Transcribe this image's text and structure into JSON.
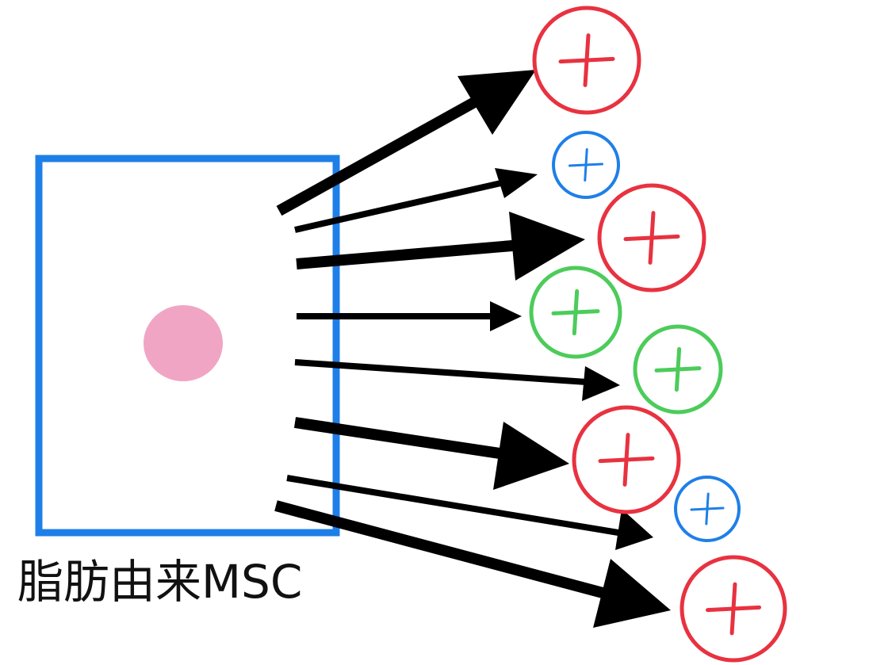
{
  "caption": "脂肪由来MSC",
  "colors": {
    "cell_outline": "#1f7fe8",
    "nucleus": "#f1a5c4",
    "arrow": "#000000",
    "red": "#e83240",
    "blue": "#1f7fe8",
    "green": "#4ccc5a"
  },
  "cell": {
    "label": "脂肪由来MSC"
  },
  "markers": [
    {
      "name": "marker-1",
      "color": "red",
      "symbol": "+"
    },
    {
      "name": "marker-2",
      "color": "blue",
      "symbol": "+"
    },
    {
      "name": "marker-3",
      "color": "red",
      "symbol": "+"
    },
    {
      "name": "marker-4",
      "color": "green",
      "symbol": "+"
    },
    {
      "name": "marker-5",
      "color": "green",
      "symbol": "+"
    },
    {
      "name": "marker-6",
      "color": "red",
      "symbol": "+"
    },
    {
      "name": "marker-7",
      "color": "blue",
      "symbol": "+"
    },
    {
      "name": "marker-8",
      "color": "red",
      "symbol": "+"
    }
  ]
}
